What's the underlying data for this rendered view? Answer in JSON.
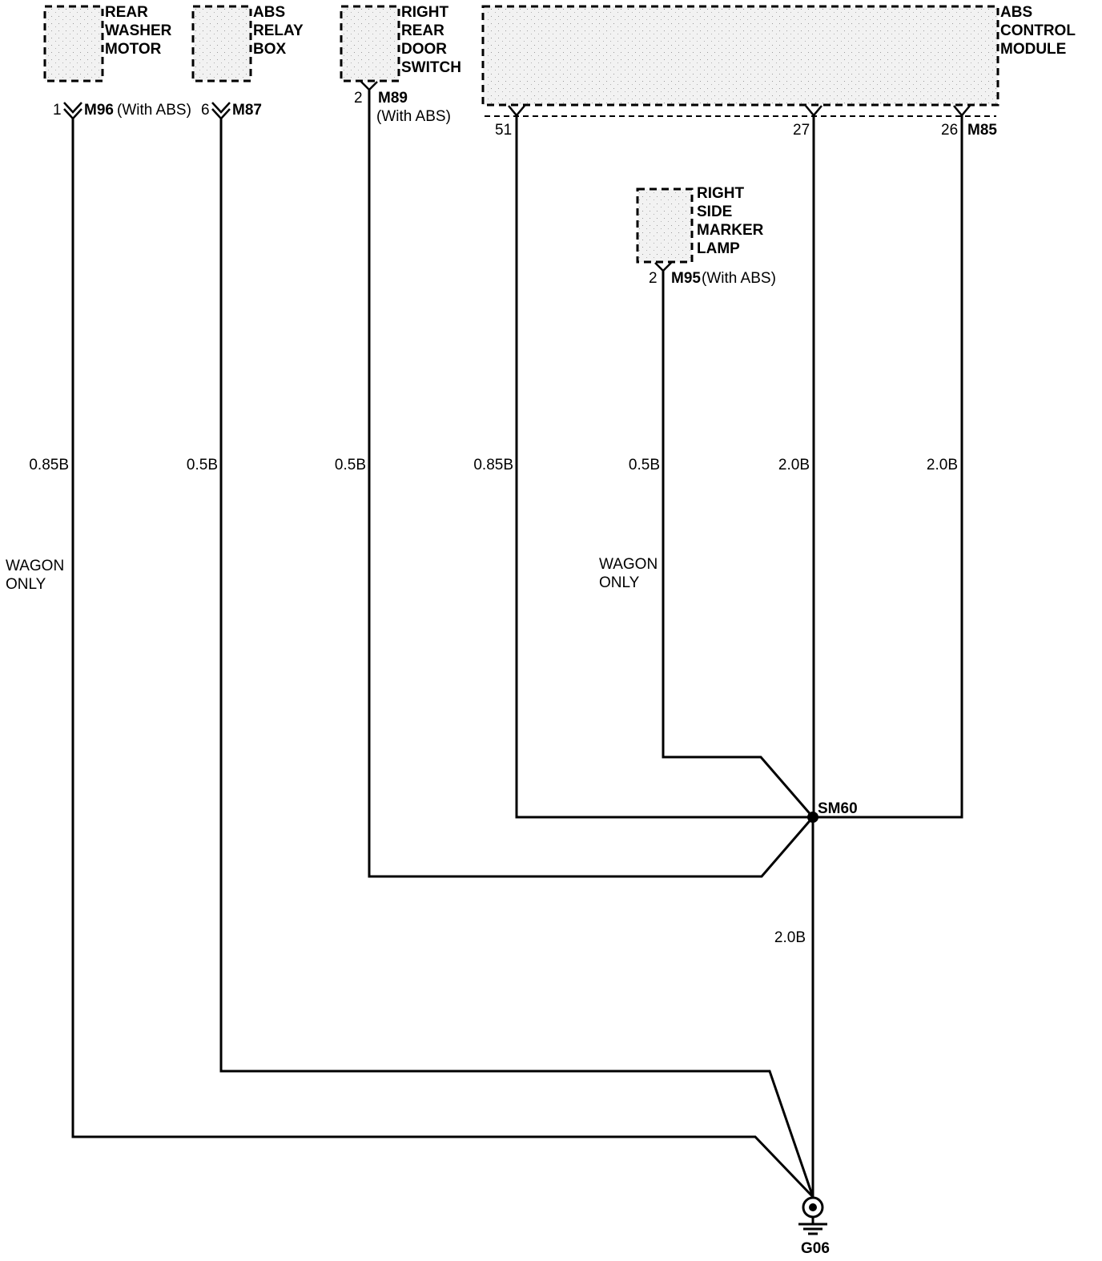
{
  "components": {
    "rear_washer_motor": [
      "REAR",
      "WASHER",
      "MOTOR"
    ],
    "abs_relay_box": [
      "ABS",
      "RELAY",
      "BOX"
    ],
    "right_rear_door_switch": [
      "RIGHT",
      "REAR",
      "DOOR",
      "SWITCH"
    ],
    "abs_control_module": [
      "ABS",
      "CONTROL",
      "MODULE"
    ],
    "right_side_marker_lamp": [
      "RIGHT",
      "SIDE",
      "MARKER",
      "LAMP"
    ]
  },
  "connectors": {
    "m96": {
      "pin": "1",
      "name": "M96",
      "note": "(With ABS)"
    },
    "m87": {
      "pin": "6",
      "name": "M87"
    },
    "m89": {
      "pin": "2",
      "name": "M89",
      "note": "(With ABS)"
    },
    "m85_pin51": "51",
    "m85_pin27": "27",
    "m85_pin26": "26",
    "m85_name": "M85",
    "m95": {
      "pin": "2",
      "name": "M95",
      "note": "(With ABS)"
    }
  },
  "wires": {
    "w1": "0.85B",
    "w2": "0.5B",
    "w3": "0.5B",
    "w4": "0.85B",
    "w5": "0.5B",
    "w6": "2.0B",
    "w7": "2.0B",
    "w8": "2.0B"
  },
  "notes": {
    "wagon_only_1": [
      "WAGON",
      "ONLY"
    ],
    "wagon_only_2": [
      "WAGON",
      "ONLY"
    ]
  },
  "splice": "SM60",
  "ground": "G06"
}
